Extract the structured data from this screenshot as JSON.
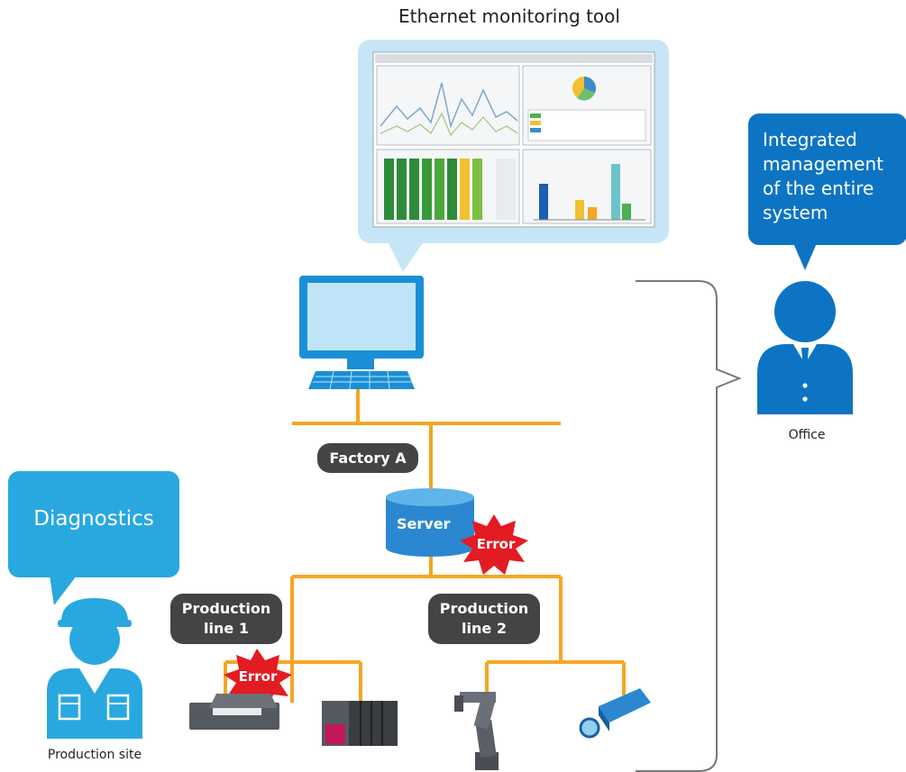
{
  "title": "Ethernet monitoring tool",
  "bubbles": {
    "diagnostics": "Diagnostics",
    "office_message": [
      "Integrated",
      "management",
      "of the entire",
      "system"
    ]
  },
  "network": {
    "factory": "Factory A",
    "server": "Server",
    "error": "Error",
    "line1": [
      "Production",
      "line 1"
    ],
    "line2": [
      "Production",
      "line 2"
    ]
  },
  "people": {
    "office": "Office",
    "site": "Production site"
  },
  "colors": {
    "accent_blue": "#0d74c4",
    "light_blue": "#29a8e0",
    "screen_bg": "#c6e6f7",
    "network_line": "#f5a623",
    "error_red": "#e31b23",
    "pill_dark": "#444444"
  }
}
